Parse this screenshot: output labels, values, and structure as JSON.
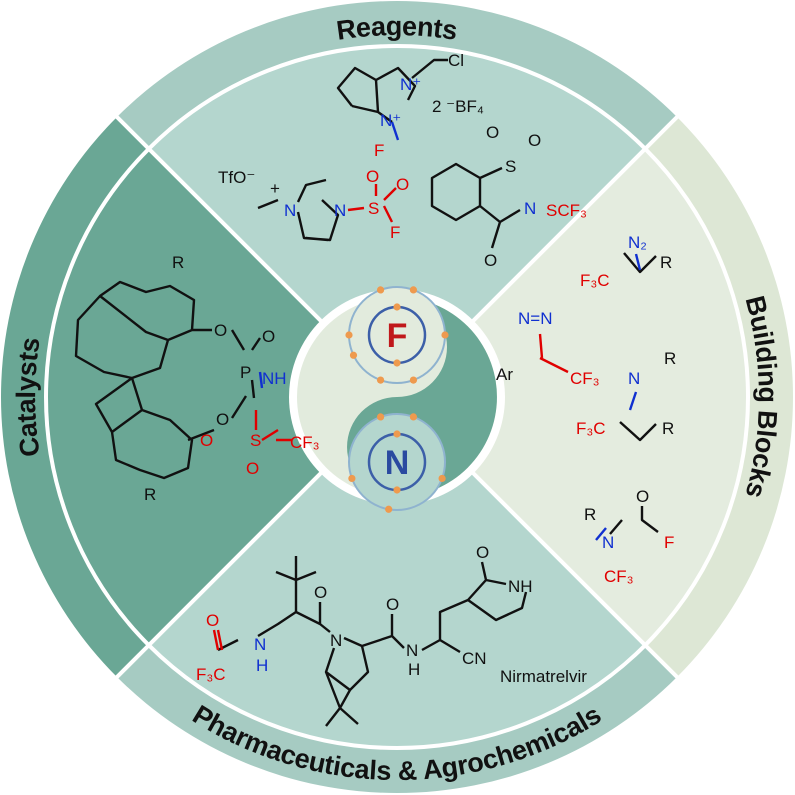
{
  "sections": {
    "reagents": "Reagents",
    "catalysts": "Catalysts",
    "building_blocks": "Building Blocks",
    "pharma": "Pharmaceuticals & Agrochemicals"
  },
  "center": {
    "top_atom": "F",
    "bottom_atom": "N"
  },
  "reagents_labels": {
    "selectfluor_n1": "N⁺",
    "selectfluor_n2": "N⁺",
    "selectfluor_cl": "Cl",
    "selectfluor_f": "F",
    "selectfluor_counter": "2 ⁻BF₄",
    "imid_tfo": "TfO⁻",
    "imid_n1": "N",
    "imid_plus": "+",
    "imid_n2": "N",
    "imid_s": "S",
    "imid_o1": "O",
    "imid_o2": "O",
    "imid_f": "F",
    "sacch_s": "S",
    "sacch_o1": "O",
    "sacch_o2": "O",
    "sacch_n": "N",
    "sacch_scf3": "SCF₃",
    "sacch_o3": "O"
  },
  "catalyst_labels": {
    "r1": "R",
    "r2": "R",
    "o1": "O",
    "o2": "O",
    "p": "P",
    "po": "O",
    "nh": "NH",
    "s": "S",
    "so1": "O",
    "so2": "O",
    "cf3": "CF₃"
  },
  "building_labels": {
    "n2": "N₂",
    "f3c_1": "F₃C",
    "r_1": "R",
    "diaz_n": "N=N",
    "ar": "Ar",
    "cf3_2": "CF₃",
    "imine_n": "N",
    "imine_r": "R",
    "f3c_3": "F₃C",
    "r_3": "R",
    "o_4": "O",
    "r_4": "R",
    "n_4": "N",
    "f_4": "F",
    "cf3_4": "CF₃"
  },
  "pharma_labels": {
    "o1": "O",
    "f3c": "F₃C",
    "h1": "H",
    "n1": "N",
    "o2": "O",
    "n2": "N",
    "o3": "O",
    "nh2": "N",
    "h2": "H",
    "cn": "CN",
    "o4": "O",
    "nh3": "NH",
    "name": "Nirmatrelvir"
  },
  "colors": {
    "band_top": "#a6cbc2",
    "band_left": "#6aa795",
    "band_right": "#dde7d5",
    "band_bottom": "#a6cbc2",
    "sector_top": "#b4d6ce",
    "sector_left": "#6aa795",
    "sector_right": "#e4ecdf",
    "sector_bottom": "#b4d6ce",
    "orbital_dot": "#ee9a4e",
    "orbital_inner": "#3c5fa8",
    "orbital_outer": "#8fb3cf"
  }
}
